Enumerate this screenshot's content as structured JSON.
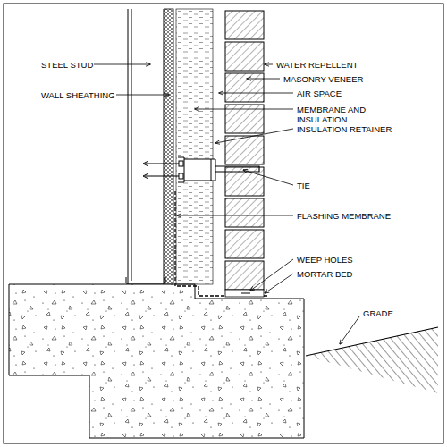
{
  "diagram": {
    "labels": [
      "STEEL STUD",
      "WALL SHEATHING",
      "WATER REPELLENT",
      "MASONRY VENEER",
      "AIR SPACE",
      "MEMBRANE AND INSULATION",
      "INSULATION RETAINER",
      "TIE",
      "FLASHING MEMBRANE",
      "WEEP HOLES",
      "MORTAR BED",
      "GRADE"
    ]
  }
}
